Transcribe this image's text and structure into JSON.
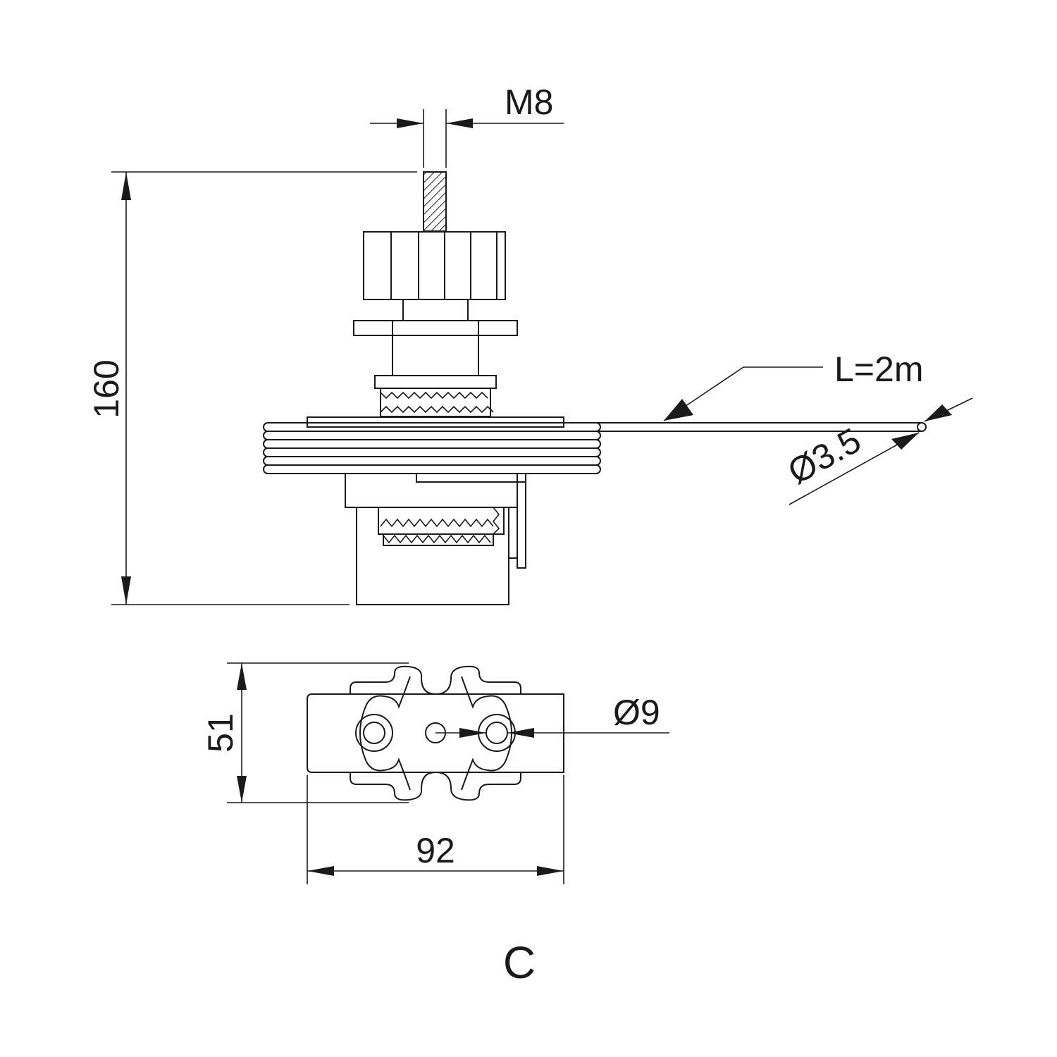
{
  "dimensions": {
    "thread": "M8",
    "height": "160",
    "cable_length": "L=2m",
    "cable_diameter": "Ø3.5",
    "plate_height": "51",
    "hole_diameter": "Ø9",
    "plate_width": "92"
  },
  "view_label": "C",
  "colors": {
    "line": "#1a1a1a",
    "background": "#ffffff"
  }
}
